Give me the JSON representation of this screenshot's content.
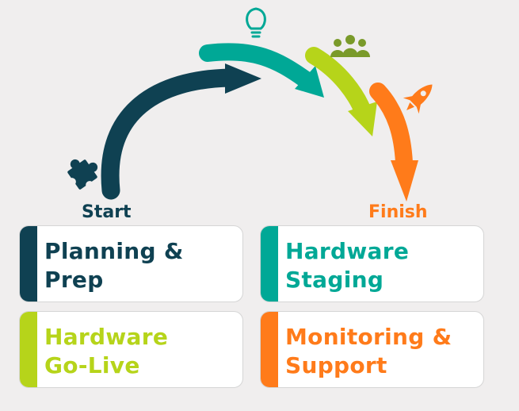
{
  "labels": {
    "start": "Start",
    "finish": "Finish"
  },
  "steps": [
    {
      "line1": "Planning &",
      "line2": "Prep",
      "color": "#0f4152"
    },
    {
      "line1": "Hardware",
      "line2": "Staging",
      "color": "#00a896"
    },
    {
      "line1": "Hardware",
      "line2": "Go-Live",
      "color": "#b6d41a"
    },
    {
      "line1": "Monitoring &",
      "line2": "Support",
      "color": "#ff7b1a"
    }
  ],
  "icons": [
    "puzzle-icon",
    "lightbulb-icon",
    "team-icon",
    "rocket-icon"
  ]
}
